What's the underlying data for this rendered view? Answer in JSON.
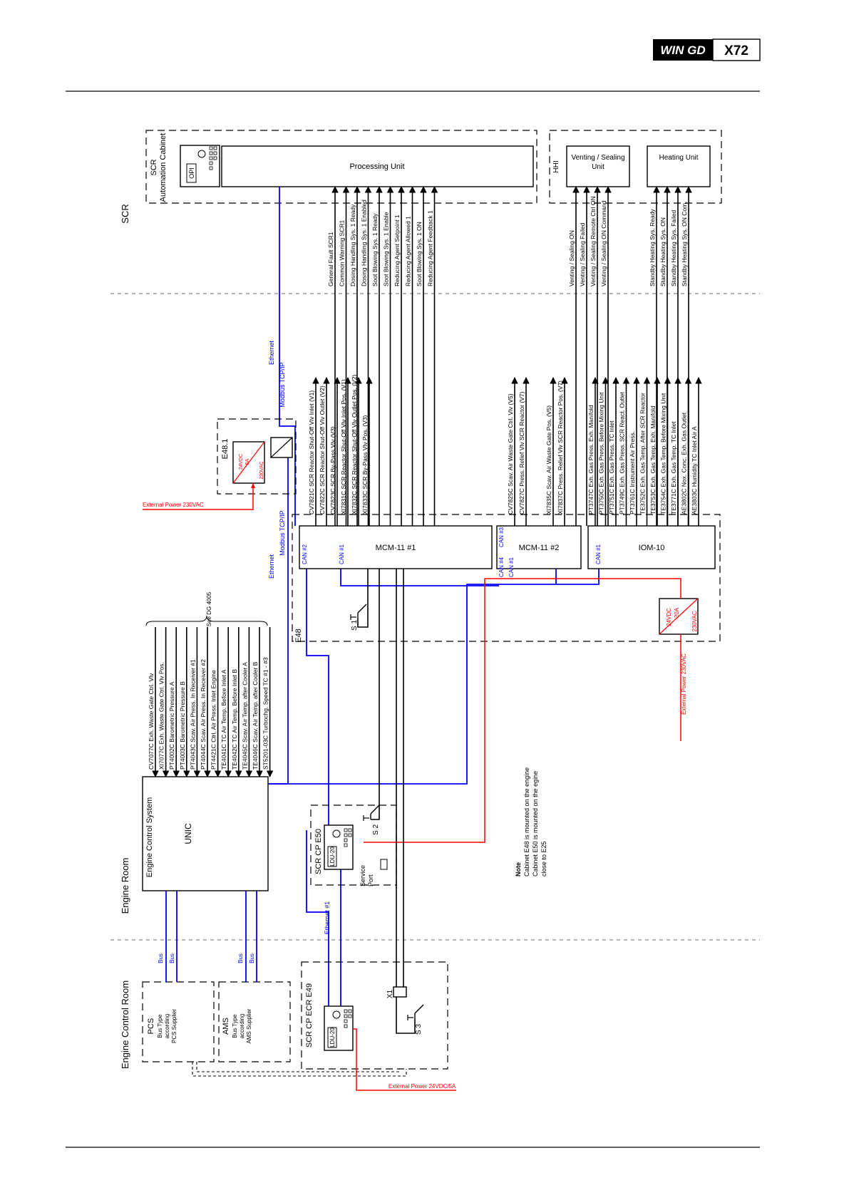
{
  "header": {
    "brand": "WIN GD",
    "code": "X72"
  },
  "colors": {
    "ethernet": "#0000ff",
    "power": "#ff0000",
    "wiring": "#000000"
  },
  "zones": {
    "scr": "SCR",
    "engine_room": "Engine Room",
    "engine_control_room": "Engine Control Room"
  },
  "scr_cabinet": {
    "title": "SCR",
    "subtitle": "Automation Cabinet",
    "opi": "OPI",
    "processing_unit": "Processing Unit"
  },
  "hhi": {
    "label": "HHI",
    "venting_unit": "Venting / Sealing Unit",
    "heating_unit": "Heating Unit"
  },
  "processing_signals": [
    "General Fault SCR1",
    "Common Warning SCR1",
    "Dosing Handling Sys. 1 Ready",
    "Dosing Handling Sys. 1 Enabled",
    "Soot Blowing Sys. 1 Ready",
    "Soot Blowing Sys. 1 Enable",
    "Reducing Agent Setpoint 1",
    "Reducing Agent Allowed 1",
    "Soot Blowing Sys. 1 ON",
    "Reducing Agent Feedback 1"
  ],
  "venting_signals": [
    "Venting / Sealing ON",
    "Venting / Sealing Failed",
    "Venting / Sealing Remote Ctrl ON",
    "Venting / Sealing ON Command"
  ],
  "heating_signals": [
    "Standby Heating Sys. Ready",
    "Standby Heating Sys. ON",
    "Standby Heating Sys. Failed",
    "Standby Heating Sys. ON Com."
  ],
  "mcm1_signals": [
    "CV7821C SCR Reactor Shut-Off Vlv Inlet (V1)",
    "CV7822C SCR Reactor Shut-Off Vlv Outlet (V2)",
    "CV7823C SCR By-Pass Vlv (V3)",
    "XI7831C SCR Reactor Shut-Off Vlv Inlet Pos. (V1)",
    "XI7832C SCR Reactor Shut-Off Vlv Outlet Pos. (V2)",
    "XI7833C SCR By-Pass Vlv Pos. (V3)"
  ],
  "mcm2_signals": [
    "CV7825C Scav. Air Waste Gate Ctrl. Vlv (V5)",
    "CV7827C Press. Relief Vlv SCR Reactor (V7)",
    "XI7835C Scav. Air Waste Gate Pos. (V5)",
    "XI7837C Press. Relief Vlv SCR Reactor Pos. (V7)"
  ],
  "iom_signals": [
    "PT3747C Exh. Gas Press. Exh. Manifold",
    "PT3750C Exh. Gas Press. Before Mixing Unit",
    "PT3751C Exh. Gas Press. TC Inlet",
    "PT3749C Exh. Gas Press. SCR React. Outlet",
    "PT3761C Instrument Air Press.",
    "TE3752C Exh. Gas Temp. After SCR Reactor",
    "TE3753C Exh. Gas Temp. Exh. Manifold",
    "TE3754C Exh. Gas Temp. Before Mixing Unit",
    "TE3771C Exh. Gas Temp. TC Inlet",
    "AE3802C Nox. Conc. Exh. Gas Outlet",
    "AE3803C Humidity TC Inlet Air A"
  ],
  "e48": {
    "label": "E48",
    "sub": "E48.1",
    "psu_out": "24VDC",
    "psu_current": "5A",
    "psu_in": "230VAC",
    "external_power": "External Power 230VAC",
    "ethernet": "Ethernet",
    "modbus": "Modbus TCP/IP"
  },
  "modules": {
    "mcm1": "MCM-11 #1",
    "mcm2": "MCM-11 #2",
    "iom": "IOM-10",
    "can1": "CAN #1",
    "can2": "CAN #2",
    "can3": "CAN #3",
    "can4": "CAN #4",
    "can1b": "CAN #1",
    "can1c": "CAN #1"
  },
  "iom_psu": {
    "out": "24VDC",
    "current": "20A",
    "in": "230VAC",
    "external_power": "External Power 230VAC"
  },
  "switches": {
    "s1": "S 1",
    "s2": "S 2",
    "s3": "S 3",
    "x1": "X1"
  },
  "ecs": {
    "title": "Engine Control System",
    "unic": "UNIC",
    "see_ref": "See DG 4005",
    "signals": [
      "CV7077C Exh. Waste Gate Ctrl. Vlv",
      "XI7077C Exh. Waste Gate Ctrl. Vlv Pos.",
      "PT4002C Barometric Pressure A",
      "PT4003C Barometric Pressure B",
      "PT4043C Scav. Air Press. In Receiver #1",
      "PT4044C Scav. Air Press. In Receiver #2",
      "PT4421C Ctrl. Air Press. Inlet Engine",
      "TE4041C TC Air Temp. Before Inlet A",
      "TE4042C TC Air Temp. Before Inlet B",
      "TE4045C Scav. Air Temp. after Cooler A",
      "TE4046C Scav. Air Temp. after Cooler B",
      "ST5201-03C Turbochg. Speed TC #1 - #3"
    ]
  },
  "e50": {
    "title": "SCR CP E50",
    "ldu": "LDU-20",
    "service_port": "Service Port"
  },
  "e49": {
    "title": "SCR CP ECR E49",
    "ldu": "LDU-20",
    "external_power": "External Power 24VDC/5A"
  },
  "ethernet1": "Ethernet #1",
  "pcs": {
    "title": "PCS",
    "desc1": "Bus Type",
    "desc2": "according",
    "desc3": "PCS Supplier",
    "bus1": "Bus",
    "bus2": "Bus"
  },
  "ams": {
    "title": "AMS",
    "desc1": "Bus Type",
    "desc2": "according",
    "desc3": "AMS Supplier",
    "bus1": "Bus",
    "bus2": "Bus"
  },
  "note": {
    "heading": "Note",
    "line1": "Cabinet E48 is mounted on the engine",
    "line2": "Cabinet E50 is mounted on the egine",
    "line3": "close to E25"
  }
}
